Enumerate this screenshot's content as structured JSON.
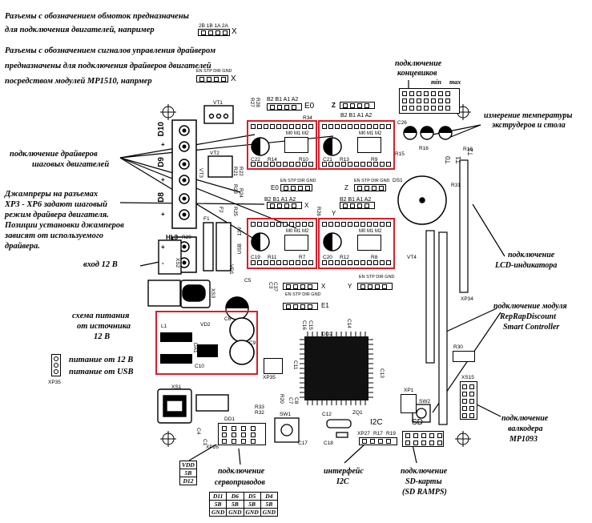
{
  "legend": {
    "windings_line1": "Разъемы с обозначением обмоток предназначены",
    "windings_line2": "для подключения двигателей, например",
    "windings_pins": "2B 1B 1A 2A",
    "driver_line1": "Разъемы с обозначением сигналов управления драйвером",
    "driver_line2": "предназначены для подключения драйверов двигателей",
    "driver_line3": "посредством модулей MP1510, напрмер",
    "driver_pins": "EN STP DIR GND",
    "x_mark": "X"
  },
  "callouts": {
    "endstops": "подключение концевиков",
    "endstops_line1": "подключение",
    "endstops_line2": "концевиков",
    "min": "min",
    "max": "max",
    "temp_line1": "измерение температуры",
    "temp_line2": "экструдеров и стола",
    "drivers_line1": "подключение драйверов",
    "drivers_line2": "шаговых двигателей",
    "jumpers_line1": "Джампреры на разъемах",
    "jumpers_line2": "XP3 - XP6 задают шаговый",
    "jumpers_line3": "режим драйвера двигателя.",
    "jumpers_line4": "Позиции установки джамперов",
    "jumpers_line5": "зависят от используемого",
    "jumpers_line6": "драйвера.",
    "input12": "вход 12 В",
    "power_line1": "схема питания",
    "power_line2": "от источника",
    "power_line3": "12 В",
    "pwr12": "питание от 12 В",
    "pwrusb": "питание от USB",
    "xp35": "XP35",
    "lcd_line1": "подключение",
    "lcd_line2": "LCD-индикатора",
    "smart_line1": "подключение модуля",
    "smart_line2": "RepRapDiscount",
    "smart_line3": "Smart Controller",
    "encoder_line1": "подключение",
    "encoder_line2": "валкодера",
    "encoder_line3": "MP1093",
    "servo_line1": "подключение",
    "servo_line2": "сервоприводов",
    "i2c_line1": "интерфейс",
    "i2c_line2": "I2C",
    "sd_line1": "подключение",
    "sd_line2": "SD-карты",
    "sd_line3": "(SD RAMPS)"
  },
  "vdd_table": [
    "VDD",
    "5В",
    "D12"
  ],
  "servo_table": {
    "row1": [
      "D11",
      "D6",
      "D5",
      "D4"
    ],
    "row2": [
      "5В",
      "5В",
      "5В",
      "5В"
    ],
    "row3": [
      "GND",
      "GND",
      "GND",
      "GND"
    ]
  },
  "board": {
    "d10": "D10",
    "d9": "D9",
    "d8": "D8",
    "vt1": "VT1",
    "vt2": "VT2",
    "vt3": "VT3",
    "vt4": "VT4",
    "r27": "R27",
    "r28": "R28",
    "r34": "R34",
    "e0": "E0",
    "e1": "E1",
    "x": "X",
    "y": "Y",
    "z": "Z",
    "pins_winding": "2B 1B 1A 2A",
    "pins_b_a": "B2 B1 A1 A2",
    "pins_ctrl": "EN STP DIR GND",
    "mode_pins": "M0 M1 M2",
    "c22": "C22",
    "c21": "C21",
    "c19": "C19",
    "c20": "C20",
    "r14": "R14",
    "r10": "R10",
    "r13": "R13",
    "r9": "R9",
    "r11": "R11",
    "r7": "R7",
    "r12": "R12",
    "r8": "R8",
    "r15": "R15",
    "r16": "R16",
    "r18": "R18",
    "r31": "R31",
    "r21": "R21",
    "r22": "R22",
    "r23": "R23",
    "r24": "R24",
    "r25": "R25",
    "r26": "R26",
    "r29": "R29",
    "r30": "R30",
    "r32": "R32",
    "r33": "R33",
    "r17": "R17",
    "r19": "R19",
    "r20": "R20",
    "ds1": "DS1",
    "hl3": "HL3",
    "f1": "F1",
    "f2": "F2",
    "xs2": "XS2",
    "xs3": "XS3",
    "xs1": "XS1",
    "xs15": "XS15",
    "xp34": "XP34",
    "xp27": "XP27",
    "xp1": "XP1",
    "xp26": "XP26",
    "xp35": "XP35",
    "t0": "T0",
    "t1": "T1",
    "t2": "T2",
    "c5": "C5",
    "c6": "C6",
    "c9": "C9",
    "c10": "C10",
    "c37": "C37",
    "c3": "C3",
    "c4": "C4",
    "c1": "C1",
    "c11": "C11",
    "c12": "C12",
    "c13": "C13",
    "c14": "C14",
    "c15": "C15",
    "c16": "C16",
    "c17": "C17",
    "c18": "C18",
    "c26": "C26",
    "c7": "C7",
    "c8": "C8",
    "dd1": "DD1",
    "dd2": "DD2",
    "da1": "DA1",
    "vd1": "VD1",
    "vd2": "VD2",
    "l1": "L1",
    "zq1": "ZQ1",
    "sw1": "SW1",
    "sw2": "SW2",
    "v12": "12V",
    "vusb": "USB",
    "i2c": "I2C",
    "sd": "SD",
    "plus": "+",
    "minus": "-"
  }
}
